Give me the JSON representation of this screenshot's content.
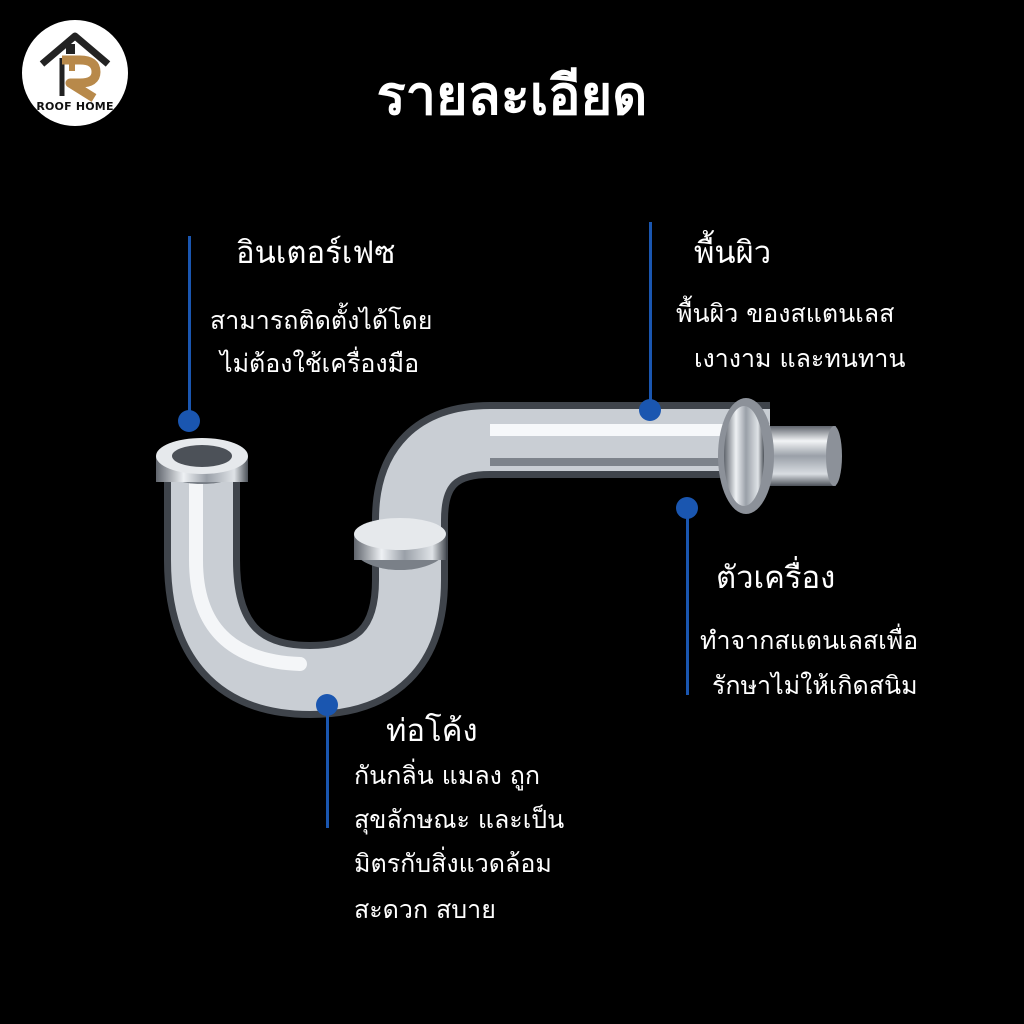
{
  "brand": {
    "logo_text": "ROOF HOME"
  },
  "title": "รายละเอียด",
  "callouts": {
    "interface": {
      "heading": "อินเตอร์เฟซ",
      "lines": [
        "สามารถติดตั้งได้โดย",
        "ไม่ต้องใช้เครื่องมือ"
      ]
    },
    "surface": {
      "heading": "พื้นผิว",
      "lines": [
        "พื้นผิว ของสแตนเลส",
        "เงางาม และทนทาน"
      ]
    },
    "body": {
      "heading": "ตัวเครื่อง",
      "lines": [
        "ทำจากสแตนเลสเพื่อ",
        "รักษาไม่ให้เกิดสนิม"
      ]
    },
    "bend": {
      "heading": "ท่อโค้ง",
      "lines": [
        "กันกลิ่น แมลง ถูก",
        "สุขลักษณะ และเป็น",
        "มิตรกับสิ่งแวดล้อม",
        "สะดวก สบาย"
      ]
    }
  },
  "colors": {
    "accent": "#1a56b0",
    "background": "#000000",
    "logo_gold": "#b8894a"
  }
}
